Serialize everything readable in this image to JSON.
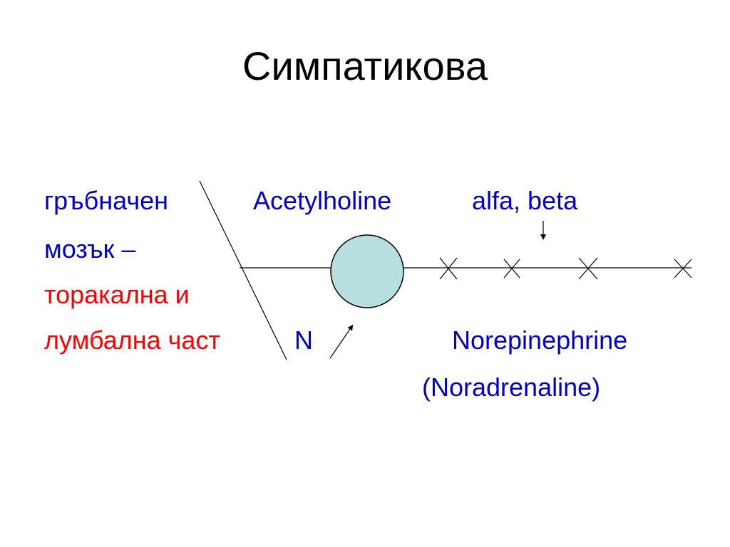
{
  "title": "Симпатикова",
  "left_block": {
    "line1": "гръбначен",
    "line2": "мозък –",
    "line3": "торакална и",
    "line4": "лумбална част"
  },
  "labels": {
    "preganglionic_transmitter": "Acetylholine",
    "postganglionic_receptors": "alfa,  beta",
    "ganglion_receptor": "N",
    "postganglionic_transmitter": "Norepinephrine",
    "postganglionic_transmitter_alt": "(Noradrenaline)"
  },
  "colors": {
    "ganglion_fill": "#b7dfe0",
    "text_blue": "#0000cc",
    "text_red": "#ff0000"
  }
}
